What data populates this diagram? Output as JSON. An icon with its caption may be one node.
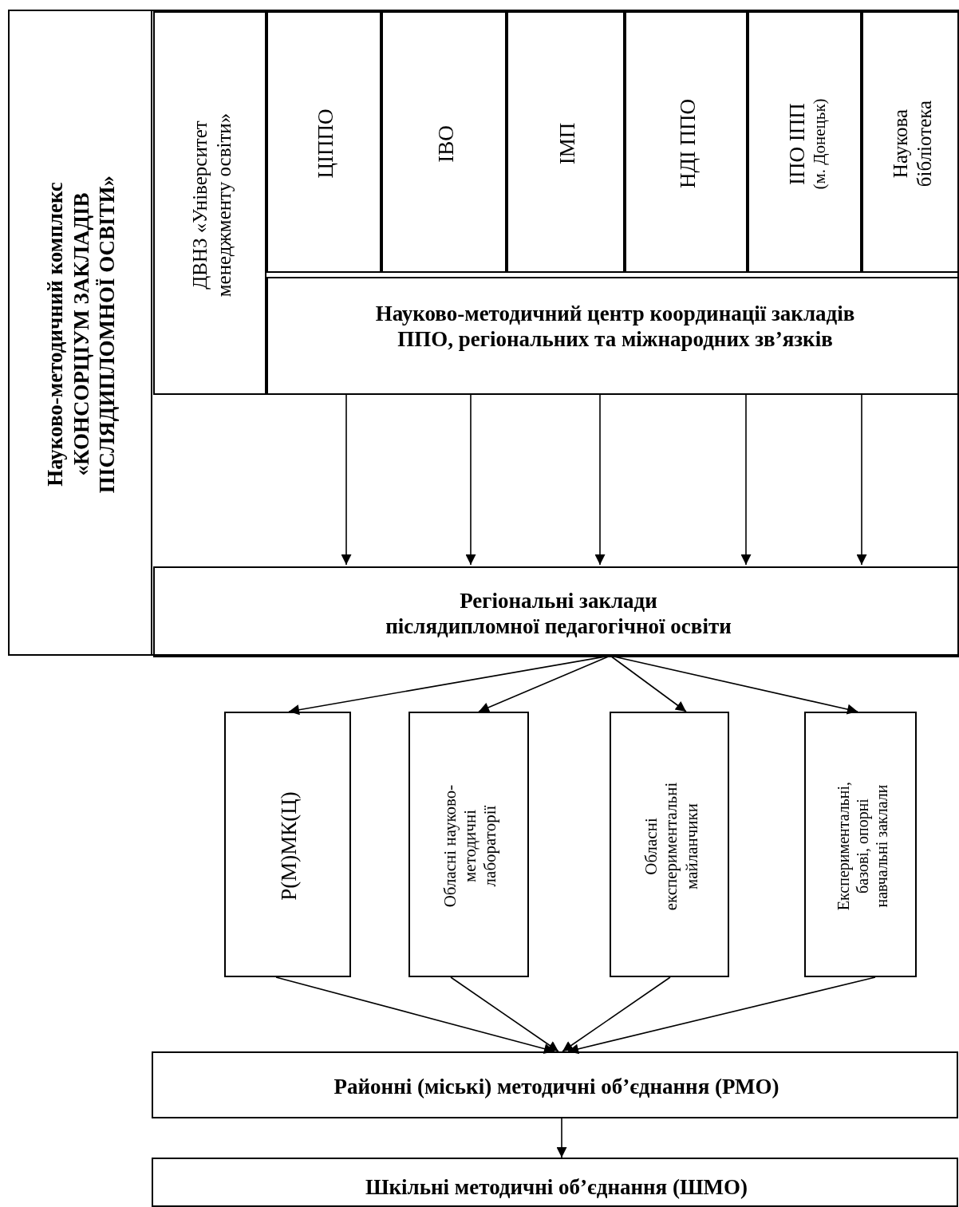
{
  "diagram": {
    "nodes": [
      {
        "text": [
          "Науково-методичний комплекс «КОНСОРЦІУМ ЗАКЛАДІВ ПІСЛЯДИПЛОМНОЇ ОСВІТИ»"
        ]
      },
      {
        "text": [
          "ДВНЗ «Університет менеджменту освіти»"
        ],
        "in": 0
      },
      {
        "text": [
          "ЦІППО"
        ],
        "in": 0
      },
      {
        "text": [
          "ІВО"
        ],
        "in": 0
      },
      {
        "text": [
          "ІМП"
        ],
        "in": 0
      },
      {
        "text": [
          "НДІ ППО"
        ],
        "in": 0
      },
      {
        "text": [
          "ІПО ІПП",
          "(м. Донецьк)"
        ],
        "in": 0
      },
      {
        "text": [
          "Наукова бібліотека"
        ],
        "in": 0
      },
      {
        "text": [
          "Науково-методичний центр координації закладів ППО, регіональних та міжнародних зв’язків"
        ],
        "in": 0
      },
      {
        "text": [
          "Регіональні заклади післядипломної педагогічної освіти"
        ],
        "in": 0
      },
      {
        "text": [
          "Р(М)МК(Ц)"
        ]
      },
      {
        "text": [
          "Обласні науково-методичні лабораторії"
        ]
      },
      {
        "text": [
          "Обласні експериментальні майланчики"
        ]
      },
      {
        "text": [
          "Експериментальні, базові, опорні навчальні заклали"
        ]
      },
      {
        "text": [
          "Районні (міські) методичні об’єднання (РМО)"
        ]
      },
      {
        "text": [
          "Шкільні методичні об’єднання (ШМО)"
        ]
      }
    ],
    "edges": [
      {
        "from": 8,
        "to": 9,
        "arrow": "to"
      },
      {
        "from": 8,
        "to": 9,
        "arrow": "to"
      },
      {
        "from": 8,
        "to": 9,
        "arrow": "to"
      },
      {
        "from": 8,
        "to": 9,
        "arrow": "to"
      },
      {
        "from": 8,
        "to": 9,
        "arrow": "to"
      },
      {
        "from": 9,
        "to": 10,
        "arrow": "to"
      },
      {
        "from": 9,
        "to": 11,
        "arrow": "to"
      },
      {
        "from": 9,
        "to": 12,
        "arrow": "to"
      },
      {
        "from": 9,
        "to": 13,
        "arrow": "to"
      },
      {
        "from": 10,
        "to": 14,
        "arrow": "to"
      },
      {
        "from": 11,
        "to": 14,
        "arrow": "to"
      },
      {
        "from": 12,
        "to": 14,
        "arrow": "to"
      },
      {
        "from": 13,
        "to": 14,
        "arrow": "to"
      },
      {
        "from": 14,
        "to": 15,
        "arrow": "to"
      }
    ]
  }
}
